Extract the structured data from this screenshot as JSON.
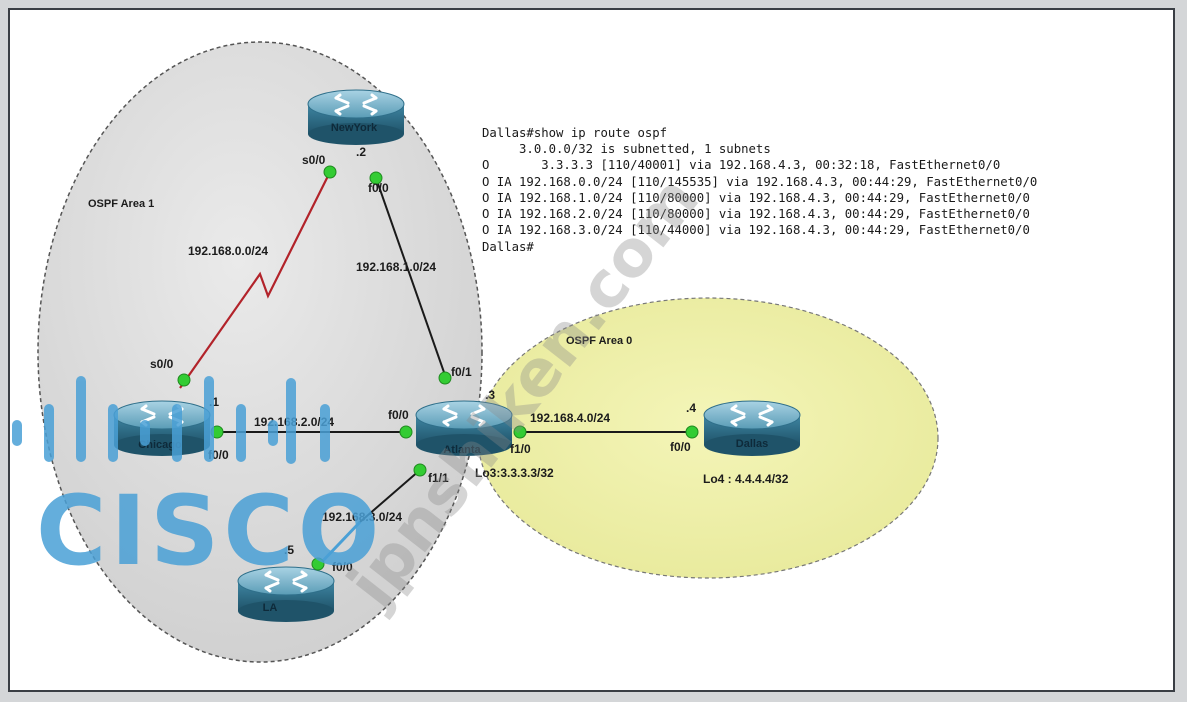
{
  "areas": {
    "area1": "OSPF Area 1",
    "area0": "OSPF Area 0"
  },
  "routers": {
    "newyork": "NewYork",
    "chicago": "Chicago",
    "atlanta": "Atlanta",
    "la": "LA",
    "dallas": "Dallas"
  },
  "links": {
    "ny_chicago": {
      "network": "192.168.0.0/24",
      "ny_if": "s0/0",
      "ny_host": ".2",
      "chicago_if": "s0/0"
    },
    "ny_atlanta": {
      "network": "192.168.1.0/24",
      "ny_if": "f0/0",
      "atlanta_if": "f0/1"
    },
    "chicago_atlanta": {
      "network": "192.168.2.0/24",
      "chicago_if": "f0/0",
      "chicago_host": ".1",
      "atlanta_if": "f0/0"
    },
    "atlanta_la": {
      "network": "192.168.3.0/24",
      "atlanta_if": "f1/1",
      "la_if": "f0/0",
      "la_host": ".5"
    },
    "atlanta_dallas": {
      "network": "192.168.4.0/24",
      "atlanta_if": "f1/0",
      "atlanta_host": ".3",
      "dallas_if": "f0/0",
      "dallas_host": ".4"
    }
  },
  "loopbacks": {
    "atlanta": "Lo3:3.3.3.3/32",
    "dallas": "Lo4 : 4.4.4.4/32"
  },
  "cli_output": [
    "Dallas#show ip route ospf",
    "     3.0.0.0/32 is subnetted, 1 subnets",
    "O       3.3.3.3 [110/40001] via 192.168.4.3, 00:32:18, FastEthernet0/0",
    "O IA 192.168.0.0/24 [110/145535] via 192.168.4.3, 00:44:29, FastEthernet0/0",
    "O IA 192.168.1.0/24 [110/80000] via 192.168.4.3, 00:44:29, FastEthernet0/0",
    "O IA 192.168.2.0/24 [110/80000] via 192.168.4.3, 00:44:29, FastEthernet0/0",
    "O IA 192.168.3.0/24 [110/44000] via 192.168.4.3, 00:44:29, FastEthernet0/0",
    "Dallas#"
  ],
  "watermarks": {
    "logo": "CISCO",
    "site": "jpnshiken.com"
  },
  "colors": {
    "area1_fill": "#dcdcdc",
    "area0_fill": "#eff0a6",
    "serial_link": "#b2232a",
    "ethernet_link": "#1a1a1a",
    "interface_dot": "#33cc33",
    "router_body": "#2f6f8a",
    "cisco_blue": "#4aa0d6"
  }
}
